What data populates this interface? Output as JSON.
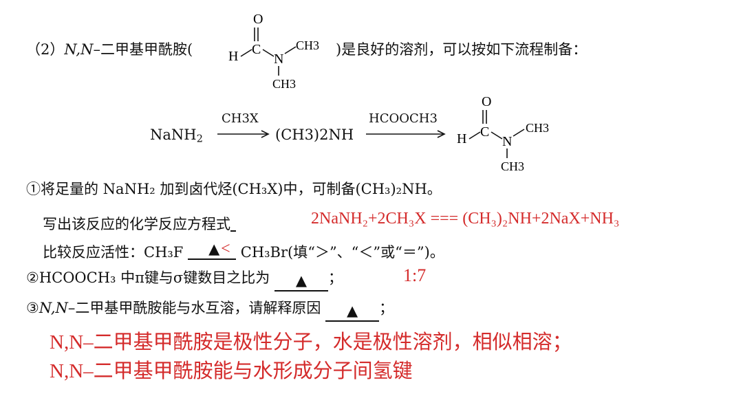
{
  "q2": {
    "number": "（2）",
    "name_prefix": "N,N",
    "name_rest": "–二甲基甲酰胺(",
    "after_struct": ")是良好的溶剂，可以按如下流程制备：",
    "struct": {
      "O": "O",
      "C": "C",
      "H": "H",
      "N": "N",
      "CH3_top": "CH3",
      "CH3_bottom": "CH3"
    }
  },
  "flow": {
    "start": "NaNH",
    "start_sub": "2",
    "reagent1": "CH3X",
    "middle": "(CH3)2NH",
    "reagent2": "HCOOCH3",
    "product": {
      "O": "O",
      "C": "C",
      "H": "H",
      "N": "N",
      "CH3_top": "CH3",
      "CH3_bottom": "CH3"
    }
  },
  "part1": {
    "line1": "①将足量的 NaNH₂ 加到卤代烃(CH₃X)中，可制备(CH₃)₂NH。",
    "line2_label": "写出该反应的化学反应方程式",
    "answer_equation": "2NaNH₂+2CH₃X === (CH₃)₂NH+2NaX+NH₃",
    "line3_prefix": "比较反应活性：CH₃F",
    "blank_marker": "▲",
    "answer_compare": "<",
    "line3_suffix": "CH₃Br(填“＞”、“＜”或“＝”)。"
  },
  "part2": {
    "text": "②HCOOCH₃ 中π键与σ键数目之比为",
    "blank_marker": "▲",
    "suffix": "；",
    "answer": "1:7"
  },
  "part3": {
    "number": "③",
    "name_prefix": "N,N",
    "text": "–二甲基甲酰胺能与水互溶，请解释原因",
    "blank_marker": "▲",
    "suffix": "；",
    "answer_line1": "N,N–二甲基甲酰胺是极性分子，水是极性溶剂，相似相溶；",
    "answer_line2": "N,N–二甲基甲酰胺能与水形成分子间氢键"
  },
  "colors": {
    "text": "#111111",
    "answer": "#d42b2b"
  }
}
